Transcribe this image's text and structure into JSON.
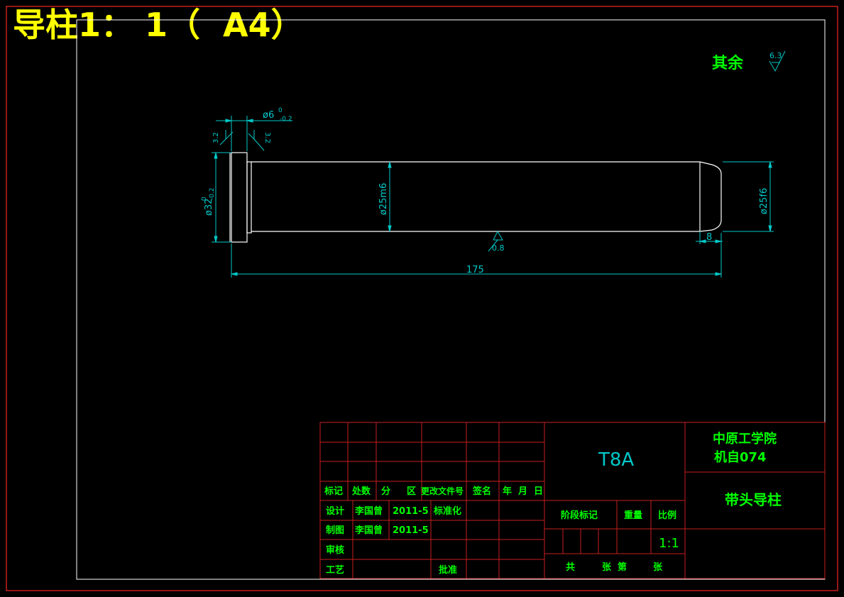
{
  "header_title": "导柱1： 1（  A4）",
  "roughness_note": {
    "label": "其余",
    "value": "6.3"
  },
  "dimensions": {
    "groove_width": "ø6",
    "groove_width_upper": "0",
    "groove_width_lower": "-0.2",
    "roughness_left": "3.2",
    "roughness_right": "3.2",
    "head_dia": "ø32",
    "head_dia_upper": "0",
    "head_dia_lower": "-0.2",
    "shaft_dia_mid": "ø25m6",
    "shaft_dia_end": "ø25f6",
    "surface_roughness": "0.8",
    "total_length": "175",
    "chamfer_length": "8"
  },
  "title_block": {
    "material": "T8A",
    "school_line1": "中原工学院",
    "school_line2": "机自074",
    "part_name": "带头导柱",
    "headers": [
      "标记",
      "处数",
      "分",
      "区",
      "更改文件号",
      "签名",
      "年",
      "月",
      "日"
    ],
    "design_label": "设计",
    "designer": "李国曾",
    "design_date": "2011-5",
    "standardize_label": "标准化",
    "drawing_label": "制图",
    "drawer": "李国曾",
    "drawing_date": "2011-5",
    "review_label": "审核",
    "process_label": "工艺",
    "approve_label": "批准",
    "stage_label": "阶段标记",
    "weight_label": "重量",
    "scale_label": "比例",
    "scale_value": "1:1",
    "sheets_total_label": "共",
    "sheets_unit_label": "张",
    "sheet_no_label": "第",
    "sheet_unit_label2": "张"
  },
  "colors": {
    "border": "#c81e1e",
    "dimension": "#00c8c8",
    "outline": "#ffffff",
    "text": "#00ff00",
    "title": "#ffff00"
  }
}
